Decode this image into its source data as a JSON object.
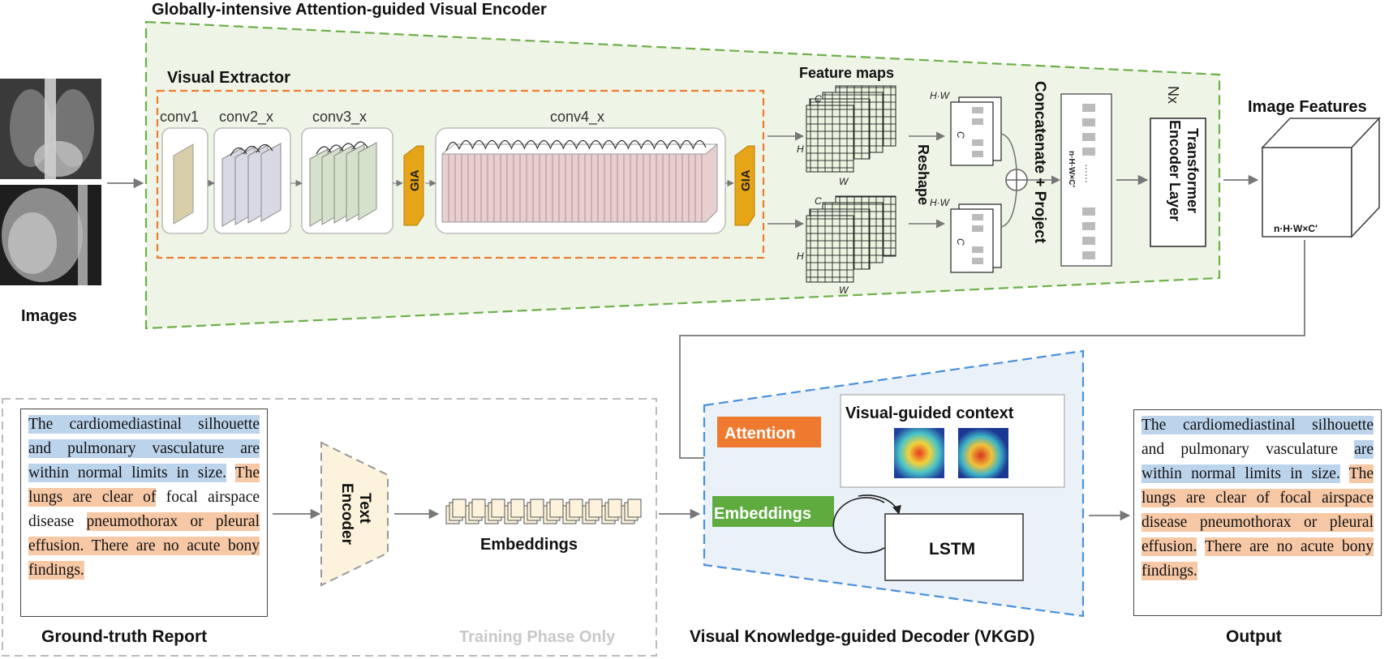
{
  "encoder": {
    "title": "Globally-intensive Attention-guided Visual Encoder",
    "visual_extractor": "Visual Extractor",
    "conv1": "conv1",
    "conv2": "conv2_x",
    "conv3": "conv3_x",
    "conv4": "conv4_x",
    "gia": "GIA",
    "feature_maps": "Feature maps",
    "c_label": "C",
    "h_label": "H",
    "w_label": "W",
    "hw_label": "H·W",
    "reshape": "Reshape",
    "concat": "Concatenate + Project",
    "concat_dim": "n·H·W×C′",
    "nx": "Nx",
    "transformer_line1": "Transformer",
    "transformer_line2": "Encoder Layer",
    "image_features": "Image Features",
    "cube_dim": "n·H·W×C′",
    "dots": "……"
  },
  "images_label": "Images",
  "report": {
    "title": "Ground-truth Report",
    "training": "Training Phase Only",
    "seg1": "The cardiomediastinal silhouette and pulmonary vasculature are within normal limits in size.",
    "seg2": "The lungs are clear of",
    "seg3": "focal airspace disease",
    "seg4": "pneumothorax or pleural effusion. There are no acute bony findings."
  },
  "text_encoder": {
    "line1": "Text",
    "line2": "Encoder"
  },
  "embeddings_label": "Embeddings",
  "decoder": {
    "title": "Visual Knowledge-guided Decoder (VKGD)",
    "attention": "Attention",
    "embeddings": "Embeddings",
    "context": "Visual-guided context",
    "lstm": "LSTM"
  },
  "output": {
    "title": "Output",
    "seg1": "The cardiomediastinal silhouette",
    "seg2": "and pulmonary vasculature",
    "seg3": "are within normal limits in size.",
    "seg4": "The lungs are clear of focal airspace disease pneumothorax or pleural effusion.",
    "seg5": "There are no acute bony findings."
  },
  "colors": {
    "encoder_bg": "#eef5e6",
    "encoder_border": "#6bb04a",
    "extractor_border": "#ee7b30",
    "decoder_bg": "#eaf1f9",
    "decoder_border": "#4a90d9",
    "gia": "#e6a417",
    "attention": "#ef7a2f",
    "embeddings_green": "#5fab3f",
    "text_encoder_fill": "#fdf3dc"
  }
}
